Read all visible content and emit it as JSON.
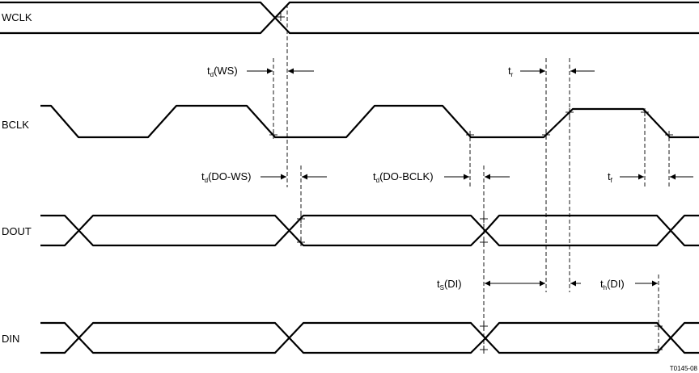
{
  "signals": {
    "wclk": "WCLK",
    "bclk": "BCLK",
    "dout": "DOUT",
    "din": "DIN"
  },
  "timing": {
    "td_ws": {
      "main": "t",
      "sub": "d",
      "rest": "(WS)"
    },
    "tr": {
      "main": "t",
      "sub": "r",
      "rest": ""
    },
    "td_dows": {
      "main": "t",
      "sub": "d",
      "rest": "(DO-WS)"
    },
    "td_dobclk": {
      "main": "t",
      "sub": "d",
      "rest": "(DO-BCLK)"
    },
    "tf": {
      "main": "t",
      "sub": "f",
      "rest": ""
    },
    "ts_di": {
      "main": "t",
      "sub": "S",
      "rest": "(DI)"
    },
    "th_di": {
      "main": "t",
      "sub": "h",
      "rest": "(DI)"
    }
  },
  "figure_id": "T0145-08"
}
